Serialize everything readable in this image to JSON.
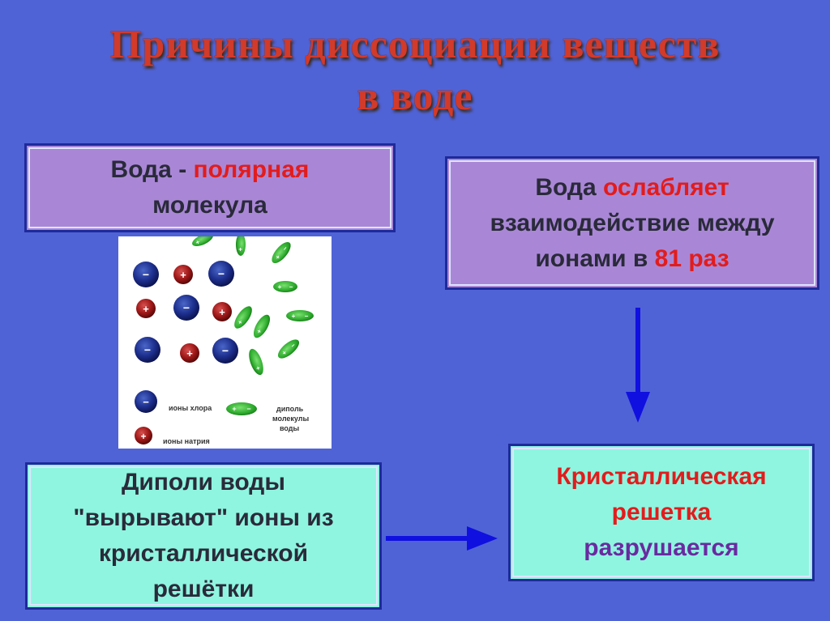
{
  "title": {
    "line1": "Причины диссоциации веществ",
    "line2": "в воде"
  },
  "box_polar": {
    "part1": "Вода - ",
    "part2": "полярная",
    "part3": "молекула"
  },
  "box_weaken": {
    "part1": "Вода ",
    "part2": "ослабляет",
    "part3": "взаимодействие между",
    "part4": "ионами в ",
    "part5": "81 раз"
  },
  "box_dipoles": {
    "line1": "Диполи воды",
    "line2": "\"вырывают\" ионы из",
    "line3": "кристаллической",
    "line4": "решётки"
  },
  "box_lattice": {
    "line1": "Кристаллическая",
    "line2": "решетка",
    "line3": "разрушается"
  },
  "illustration": {
    "legend_chlorine": "ионы хлора",
    "legend_sodium": "ионы натрия",
    "legend_dipole_1": "диполь",
    "legend_dipole_2": "молекулы",
    "legend_dipole_3": "воды",
    "minus_sign": "−",
    "plus_sign": "+"
  },
  "colors": {
    "background": "#5063d6",
    "title": "#d23a2a",
    "box_violet": "#a987d6",
    "box_mint": "#8ff5e0",
    "accent_red": "#e21c1c",
    "accent_purple": "#6a2aa0",
    "arrow_blue": "#1010e0"
  }
}
